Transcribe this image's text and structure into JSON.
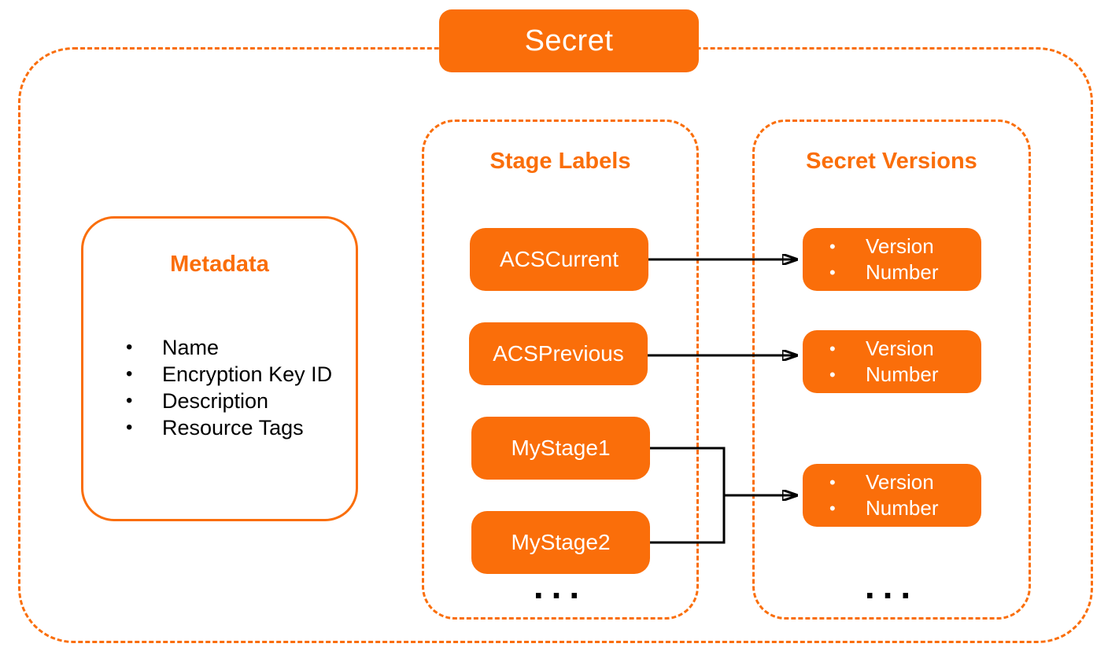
{
  "diagram": {
    "title": "Secret",
    "colors": {
      "accent_orange": "#FA6E0A",
      "arrow_black": "#000000",
      "background": "#FFFFFF"
    },
    "metadata_box": {
      "title": "Metadata",
      "items": [
        "Name",
        "Encryption Key ID",
        "Description",
        "Resource Tags"
      ]
    },
    "stage_labels_panel": {
      "title": "Stage Labels",
      "labels": [
        "ACSCurrent",
        "ACSPrevious",
        "MyStage1",
        "MyStage2"
      ],
      "ellipsis": "..."
    },
    "secret_versions_panel": {
      "title": "Secret Versions",
      "version_boxes": [
        {
          "items": [
            "Version",
            "Number"
          ]
        },
        {
          "items": [
            "Version",
            "Number"
          ]
        },
        {
          "items": [
            "Version",
            "Number"
          ]
        }
      ],
      "ellipsis": "..."
    }
  }
}
